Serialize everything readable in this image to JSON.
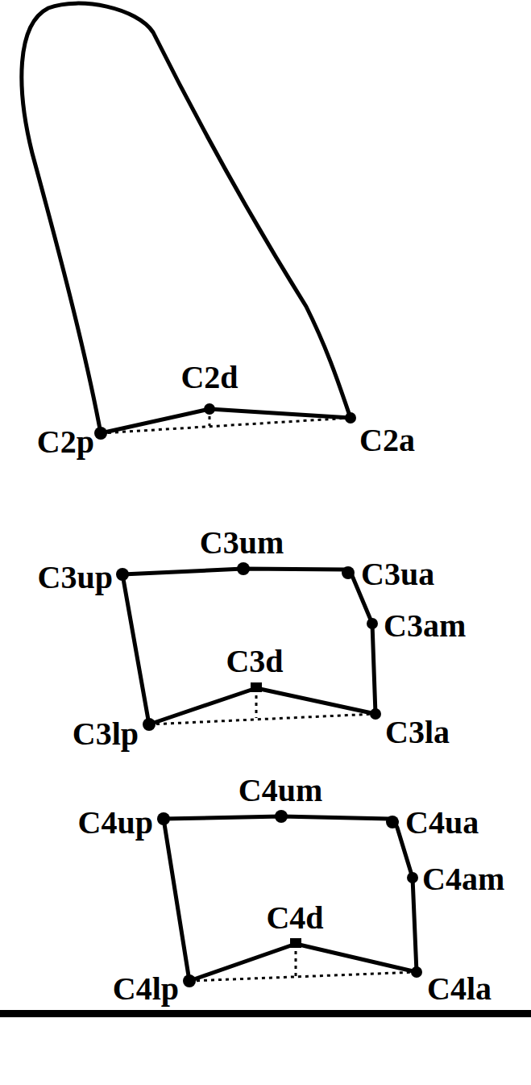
{
  "diagram": {
    "labels": [
      "C2d",
      "C2p",
      "C2a",
      "C3um",
      "C3up",
      "C3ua",
      "C3am",
      "C3d",
      "C3lp",
      "C3la",
      "C4um",
      "C4up",
      "C4ua",
      "C4am",
      "C4d",
      "C4lp",
      "C4la"
    ]
  }
}
